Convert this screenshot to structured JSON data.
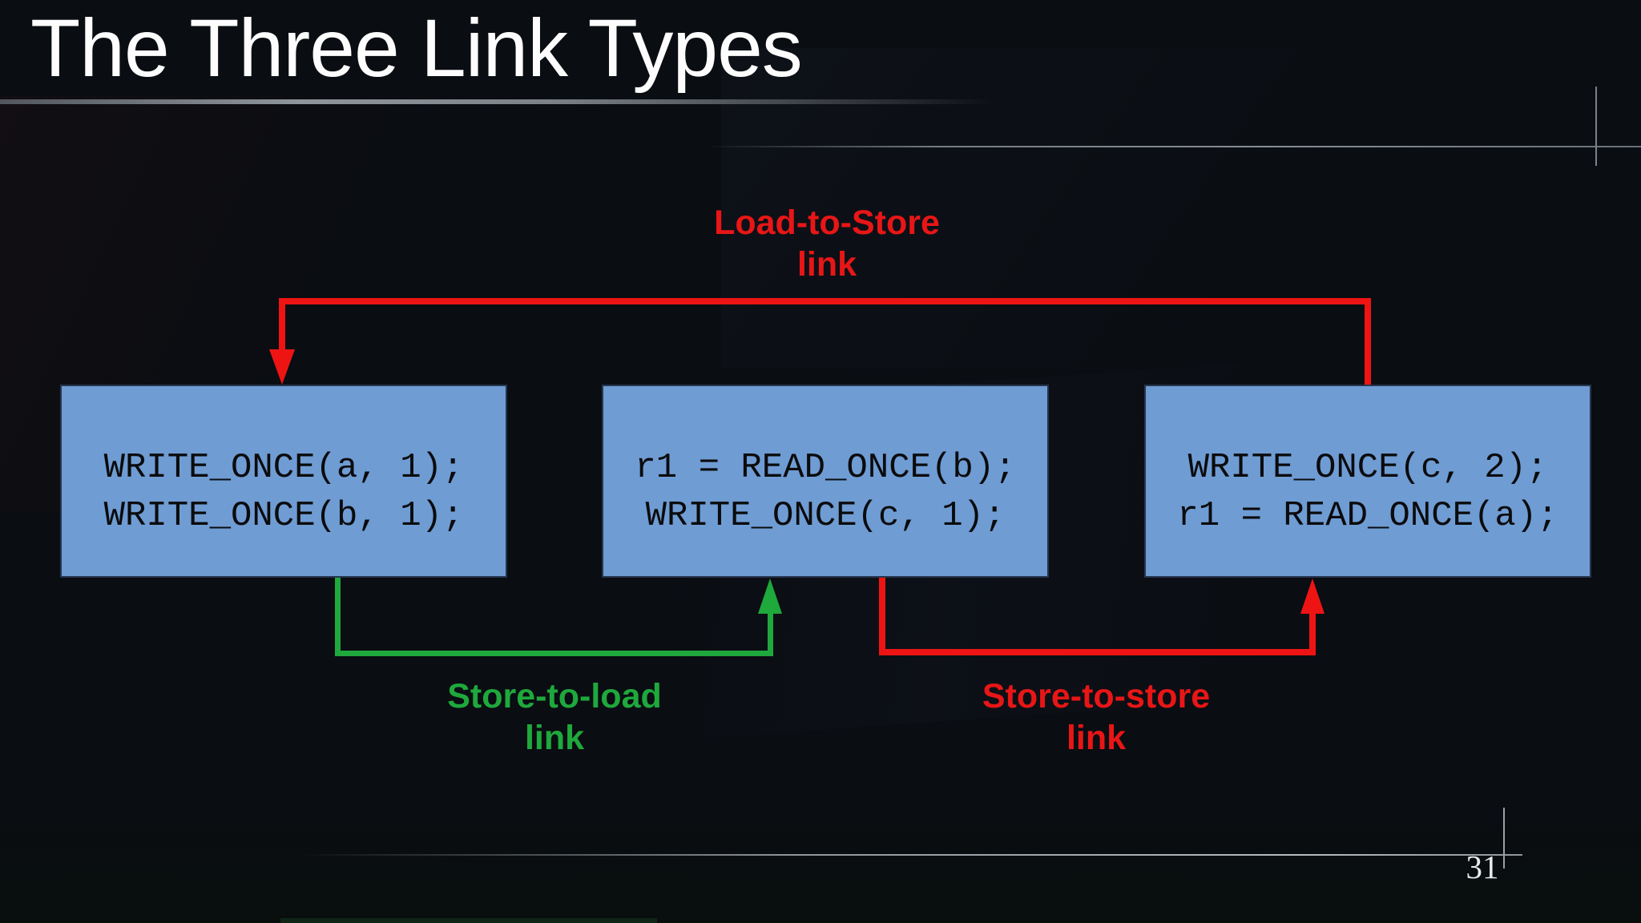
{
  "slide": {
    "title": "The Three Link Types",
    "page_number": "31"
  },
  "boxes": [
    {
      "name": "left-code-box",
      "lines": [
        "WRITE_ONCE(a, 1);",
        "WRITE_ONCE(b, 1);"
      ]
    },
    {
      "name": "middle-code-box",
      "lines": [
        "r1 = READ_ONCE(b);",
        "WRITE_ONCE(c, 1);"
      ]
    },
    {
      "name": "right-code-box",
      "lines": [
        "WRITE_ONCE(c, 2);",
        "r1 = READ_ONCE(a);"
      ]
    }
  ],
  "links": [
    {
      "name": "load-to-store",
      "label_line1": "Load-to-Store",
      "label_line2": "link",
      "color": "#ee1414",
      "from": "right-code-box",
      "to": "left-code-box"
    },
    {
      "name": "store-to-load",
      "label_line1": "Store-to-load",
      "label_line2": "link",
      "color": "#1fa83c",
      "from": "left-code-box",
      "to": "middle-code-box"
    },
    {
      "name": "store-to-store",
      "label_line1": "Store-to-store",
      "label_line2": "link",
      "color": "#ee1414",
      "from": "middle-code-box",
      "to": "right-code-box"
    }
  ],
  "colors": {
    "background": "#0a0d12",
    "box_fill": "#6f9cd3",
    "code_text": "#0b0b0d",
    "red_link": "#ee1414",
    "green_link": "#1fa83c",
    "title_text": "#fdfdfd",
    "decor_lines": "#9aa0a5"
  }
}
